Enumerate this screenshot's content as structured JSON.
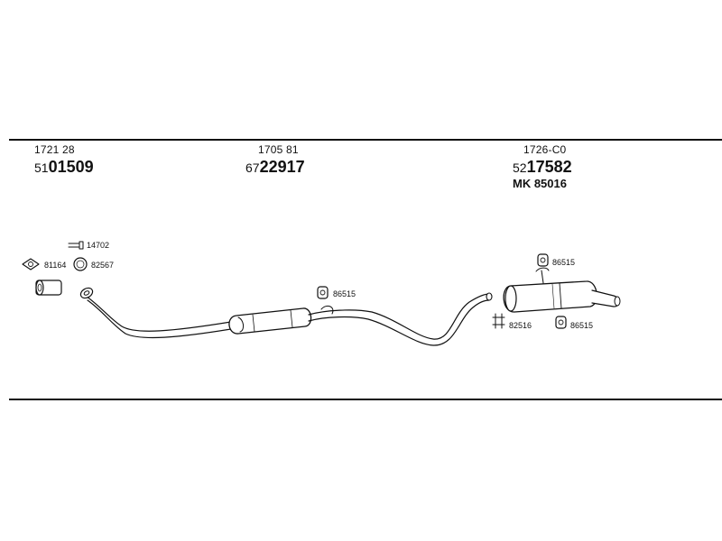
{
  "assemblies": [
    {
      "code": "1721 28",
      "number_prefix": "51",
      "number_main": "01509",
      "extra": ""
    },
    {
      "code": "1705 81",
      "number_prefix": "67",
      "number_main": "22917",
      "extra": ""
    },
    {
      "code": "1726-C0",
      "number_prefix": "52",
      "number_main": "17582",
      "extra": "MK  85016"
    }
  ],
  "callouts": {
    "bolt": "14702",
    "gasket": "81164",
    "ring": "82567",
    "hanger_mid": "86515",
    "hanger_rear_top": "86515",
    "clamp_rear": "82516",
    "hanger_rear_bottom": "86515"
  }
}
